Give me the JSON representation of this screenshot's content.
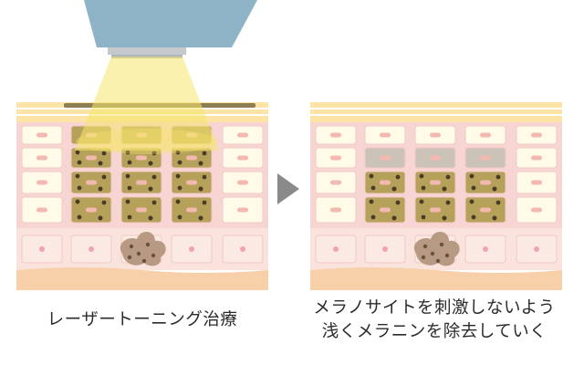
{
  "captions": {
    "left": "レーザートーニング治療",
    "right_line1": "メラノサイトを刺激しないよう",
    "right_line2": "浅くメラニンを除去していく"
  },
  "colors": {
    "background": "#ffffff",
    "device_body": "#8eb3c6",
    "device_nozzle": "#c3c9cc",
    "laser_beam": "#f6e66e",
    "stratum_corneum": "#fbe4a5",
    "epidermis": "#f7d5d3",
    "basal_layer": "#fae3dd",
    "dermis": "#f7d0aa",
    "cell_fill": "#fffbe8",
    "melanin_cell": "#b5a15a",
    "melanin_cell_faded": "#ccc3b8",
    "melanin_dot": "#4a3a2a",
    "melanocyte": "#b89a82",
    "arrow": "#8a8a8a"
  },
  "arrow_icon": "chevron-right"
}
